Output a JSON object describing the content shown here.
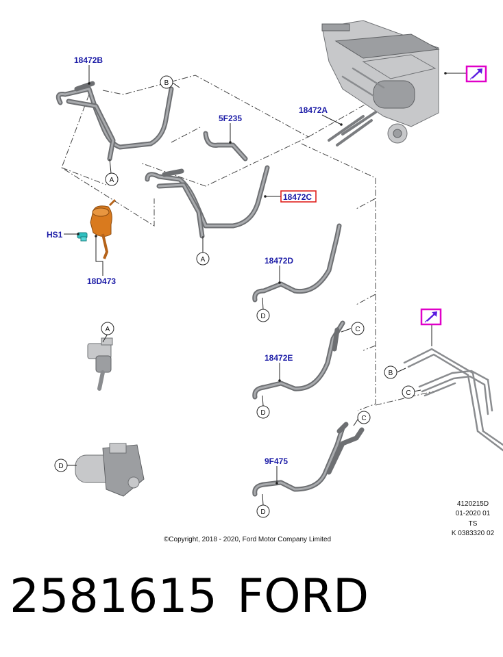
{
  "labels": {
    "l18472B": "18472B",
    "l5F235": "5F235",
    "l18472A": "18472A",
    "l18472C": "18472C",
    "lHS1": "HS1",
    "l18D473": "18D473",
    "l18472D": "18472D",
    "l18472E": "18472E",
    "l9F475": "9F475"
  },
  "callouts": {
    "A": "A",
    "B": "B",
    "C": "C",
    "D": "D"
  },
  "meta": {
    "line1": "4120215D",
    "line2": "01-2020 01",
    "line3": "TS",
    "line4": "K 0383320 02"
  },
  "copyright": "©Copyright, 2018 - 2020, Ford Motor Company Limited",
  "footer": {
    "part_number": "2581615",
    "brand": "FORD"
  },
  "colors": {
    "label": "#1a1aa6",
    "highlight_box": "#e0201c",
    "pump": "#d97a1e",
    "sensor": "#2fc0c0",
    "view_icon": "#e000c8"
  },
  "icons": [
    "view-detail-icon"
  ]
}
